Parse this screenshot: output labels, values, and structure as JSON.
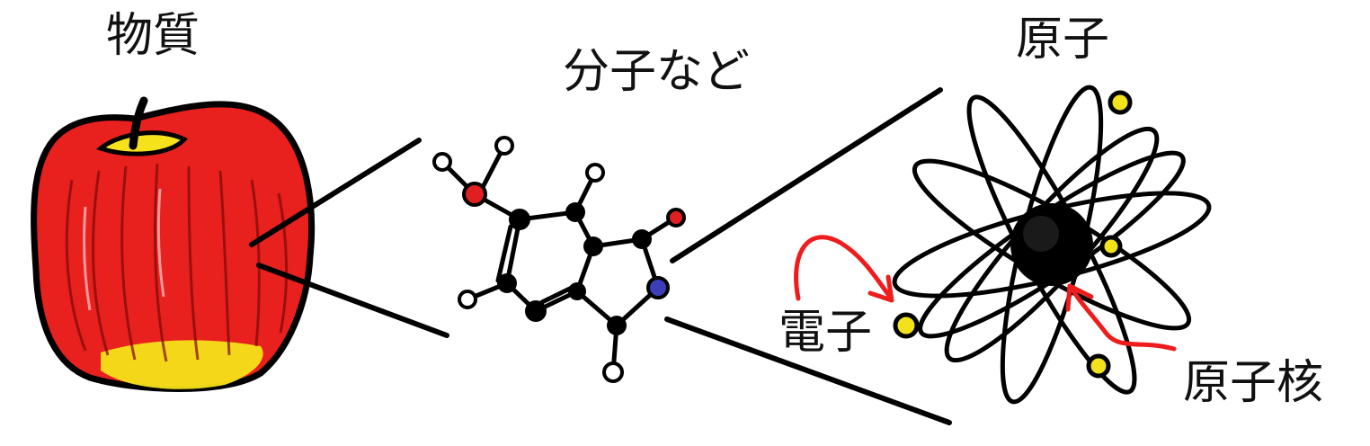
{
  "labels": {
    "matter": "物質",
    "molecule": "分子など",
    "atom": "原子",
    "electron": "電子",
    "nucleus": "原子核"
  },
  "colors": {
    "apple_red": "#e8201e",
    "apple_yellow": "#f5e21a",
    "oxygen": "#e02020",
    "nitrogen": "#3a3fb8",
    "electron": "#f2e21c",
    "arrow": "#ee1c1c",
    "ink": "#000000"
  }
}
